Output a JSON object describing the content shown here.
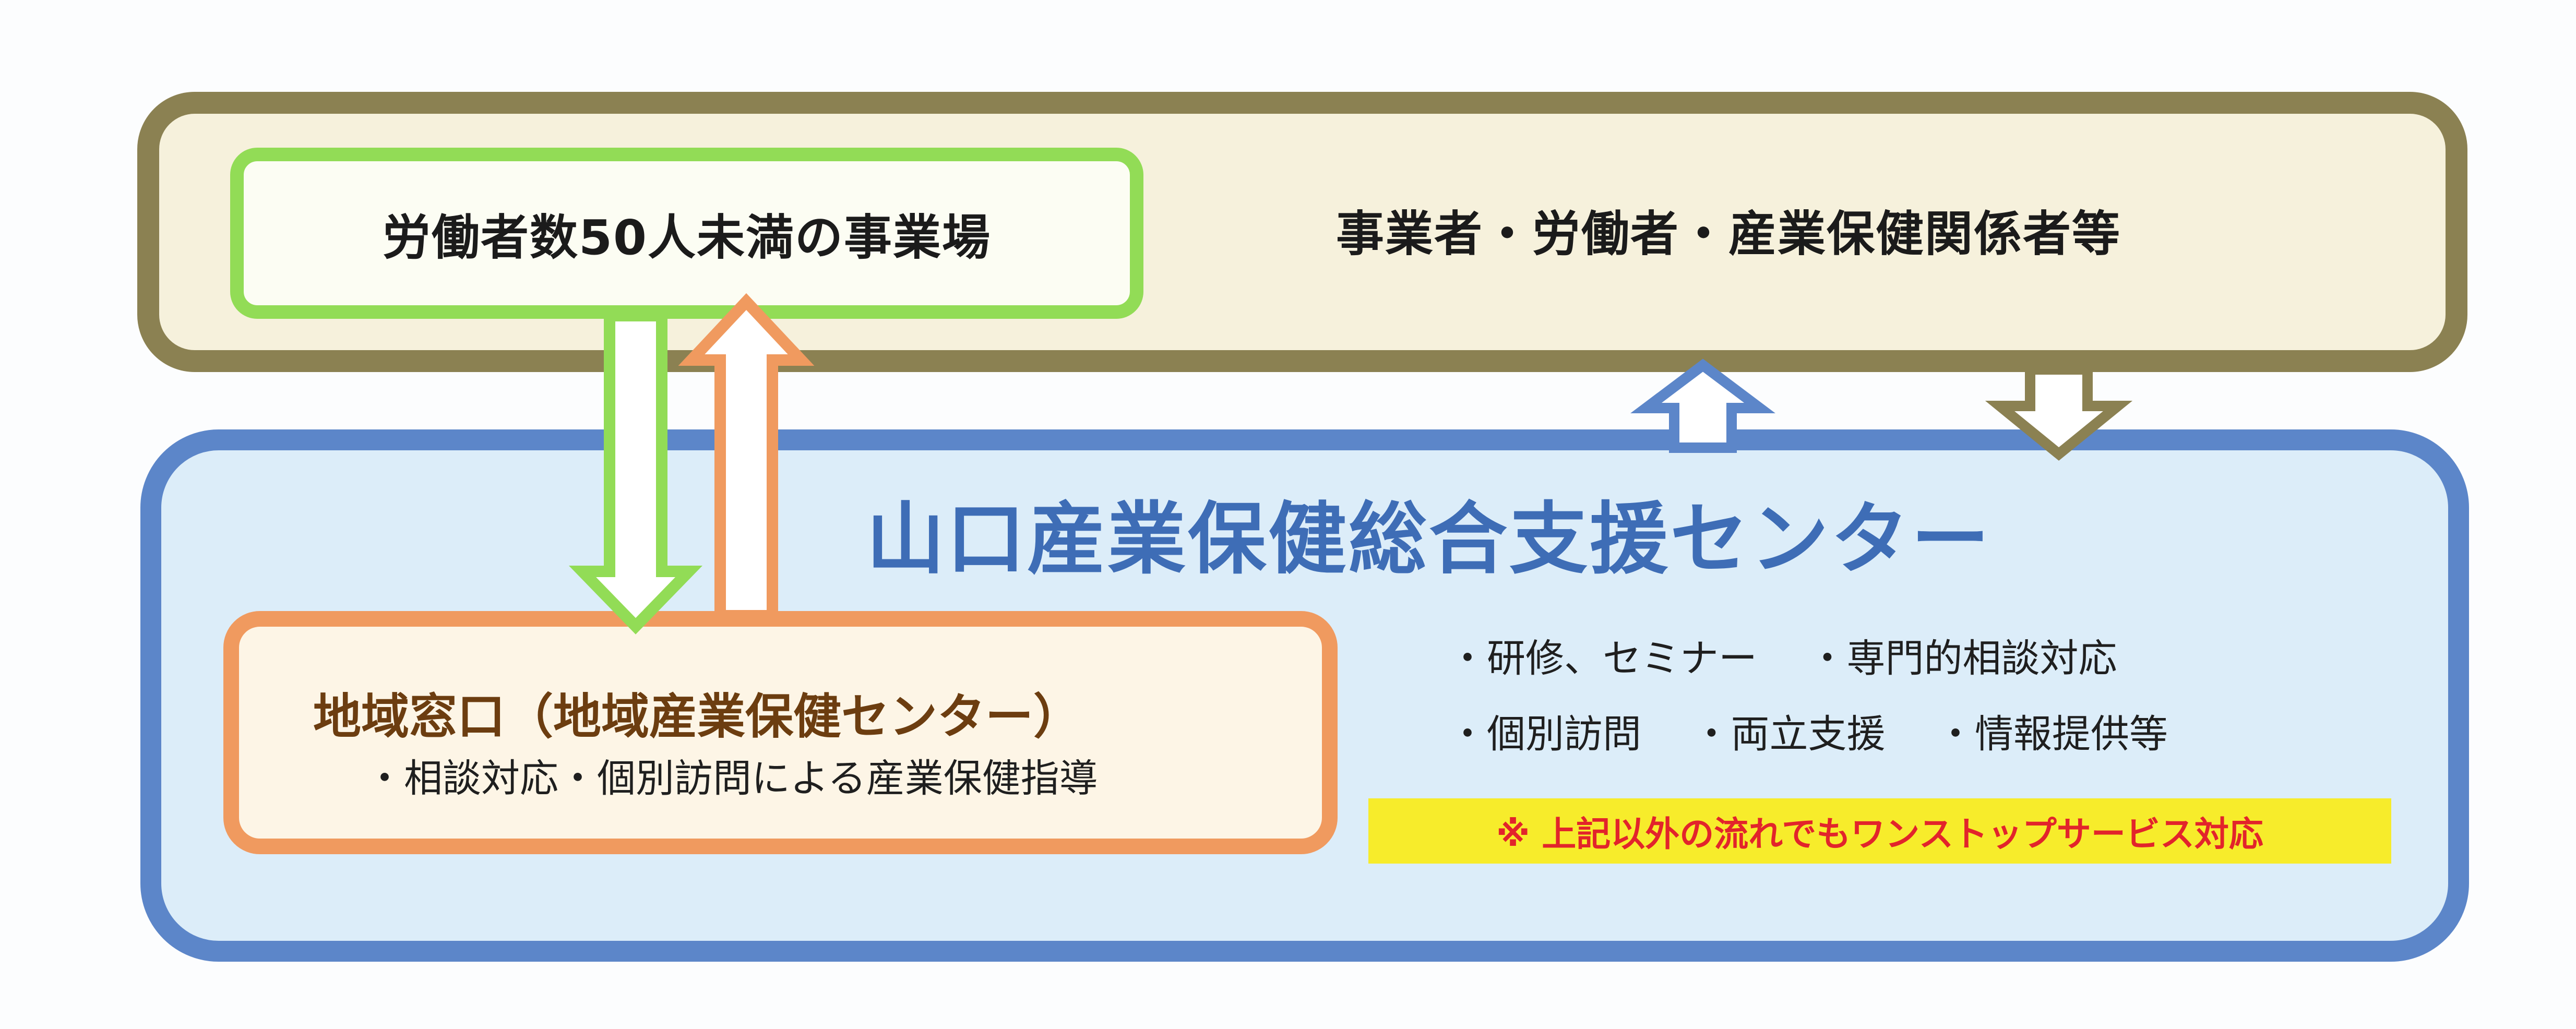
{
  "diagram": {
    "top_box_label": "労働者数50人未満の事業場",
    "top_right_label": "事業者・労働者・産業保健関係者等",
    "center_title": "山口産業保健総合支援センター",
    "regional_window": {
      "title": "地域窓口（地域産業保健センター）",
      "subtitle": "・相談対応・個別訪問による産業保健指導"
    },
    "services": {
      "row1": "・研修、セミナー　 ・専門的相談対応",
      "row2": "・個別訪問　 ・両立支援　 ・情報提供等"
    },
    "note": "※ 上記以外の流れでもワンストップサービス対応"
  },
  "colors": {
    "top_band_border": "#8b8152",
    "top_band_fill": "#f6f1dc",
    "green_border": "#92dc56",
    "bottom_band_border": "#5c86c9",
    "bottom_band_fill": "#dcedf9",
    "orange_border": "#f09a5f",
    "title_blue": "#3e6db6",
    "note_bg": "#f7ec2b",
    "note_text": "#e2242b"
  }
}
